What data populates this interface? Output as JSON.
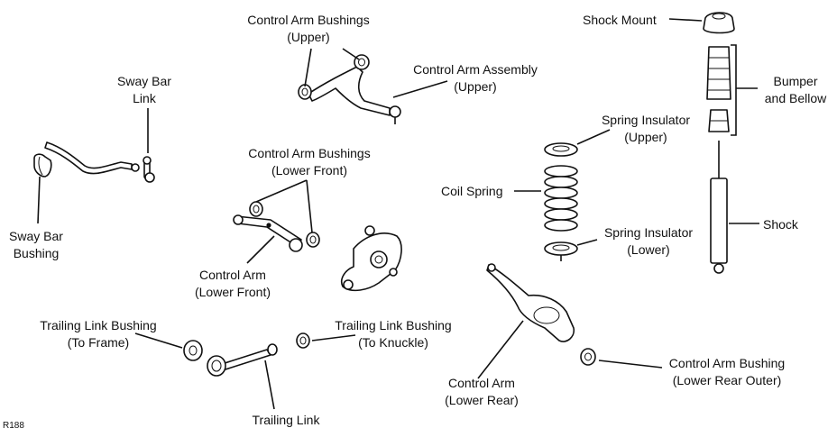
{
  "labels": {
    "shock_mount": "Shock Mount",
    "bumper_bellow": [
      "Bumper",
      "and Bellow"
    ],
    "shock": "Shock",
    "control_arm_bushings_upper": [
      "Control Arm Bushings",
      "(Upper)"
    ],
    "control_arm_assembly_upper": [
      "Control Arm Assembly",
      "(Upper)"
    ],
    "sway_bar_link": [
      "Sway Bar",
      "Link"
    ],
    "sway_bar_bushing": [
      "Sway Bar",
      "Bushing"
    ],
    "control_arm_bushings_lower_front": [
      "Control Arm Bushings",
      "(Lower Front)"
    ],
    "control_arm_lower_front": [
      "Control Arm",
      "(Lower Front)"
    ],
    "spring_insulator_upper": [
      "Spring Insulator",
      "(Upper)"
    ],
    "coil_spring": "Coil Spring",
    "spring_insulator_lower": [
      "Spring Insulator",
      "(Lower)"
    ],
    "trailing_link_bushing_frame": [
      "Trailing Link Bushing",
      "(To Frame)"
    ],
    "trailing_link_bushing_knuckle": [
      "Trailing Link Bushing",
      "(To Knuckle)"
    ],
    "trailing_link": "Trailing Link",
    "control_arm_lower_rear": [
      "Control Arm",
      "(Lower Rear)"
    ],
    "control_arm_bushing_lower_rear_outer": [
      "Control Arm Bushing",
      "(Lower Rear Outer)"
    ],
    "figure_code": "R188"
  }
}
